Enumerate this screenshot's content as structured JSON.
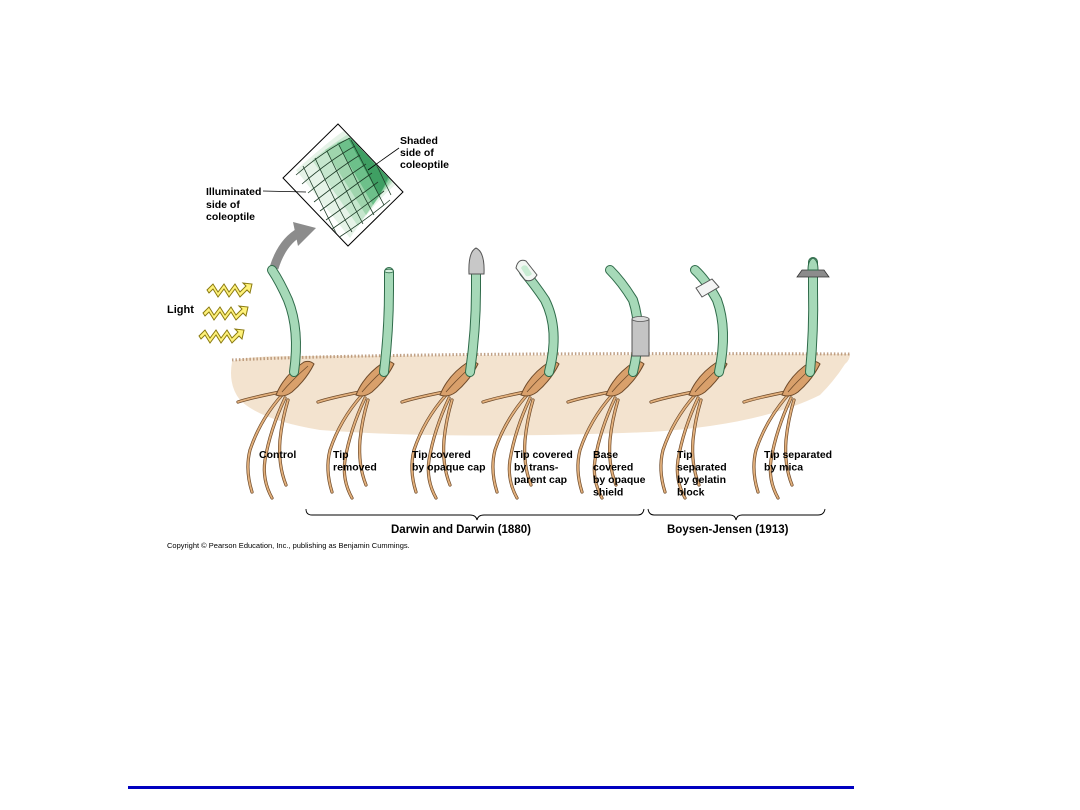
{
  "figure": {
    "inset": {
      "shaded_label": [
        "Shaded",
        "side of",
        "coleoptile"
      ],
      "illuminated_label": [
        "Illuminated",
        "side of",
        "coleoptile"
      ]
    },
    "light_label": "Light",
    "experiments": [
      {
        "id": "control",
        "label": [
          "Control"
        ]
      },
      {
        "id": "tip-removed",
        "label": [
          "Tip",
          "removed"
        ]
      },
      {
        "id": "opaque-cap",
        "label": [
          "Tip covered",
          "by opaque cap"
        ]
      },
      {
        "id": "transparent-cap",
        "label": [
          "Tip covered",
          "by trans-",
          "parent cap"
        ]
      },
      {
        "id": "opaque-shield",
        "label": [
          "Base",
          "covered",
          "by opaque",
          "shield"
        ]
      },
      {
        "id": "gelatin-block",
        "label": [
          "Tip",
          "separated",
          "by gelatin",
          "block"
        ]
      },
      {
        "id": "mica",
        "label": [
          "Tip separated",
          "by mica"
        ]
      }
    ],
    "groups": [
      {
        "label": "Darwin and Darwin (1880)"
      },
      {
        "label": "Boysen-Jensen (1913)"
      }
    ],
    "copyright": "Copyright © Pearson Education, Inc., publishing as Benjamin Cummings."
  },
  "colors": {
    "stem": "#a6d9b8",
    "soil": "#f3e3cf",
    "rule": "#0000c0"
  }
}
